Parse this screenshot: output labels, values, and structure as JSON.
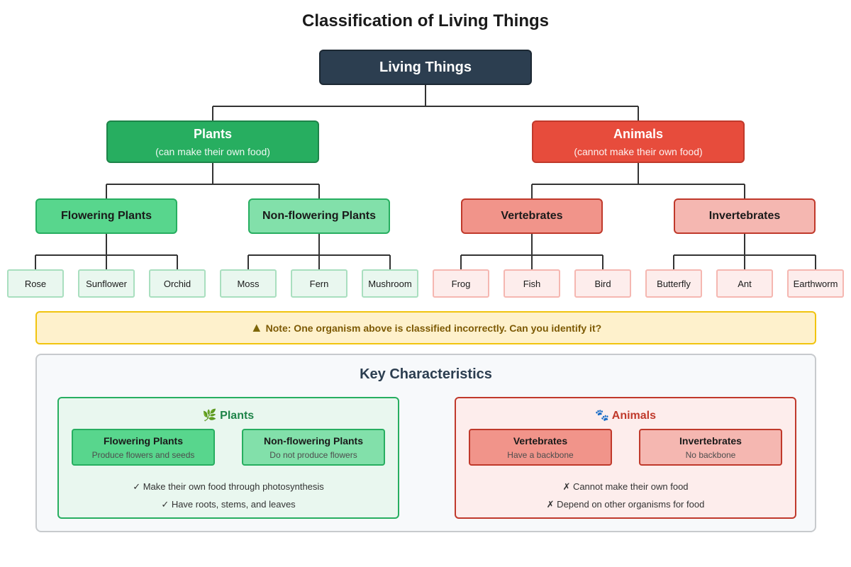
{
  "title": "Classification of Living Things",
  "root": {
    "label": "Living Things"
  },
  "plants": {
    "label": "Plants",
    "sub": "(can make their own food)"
  },
  "animals": {
    "label": "Animals",
    "sub": "(cannot make their own food)"
  },
  "groups": {
    "flowering": "Flowering Plants",
    "non_flowering": "Non-flowering Plants",
    "vertebrates": "Vertebrates",
    "invertebrates": "Invertebrates"
  },
  "leaves": {
    "flowering": [
      "Rose",
      "Sunflower",
      "Orchid"
    ],
    "non_flowering": [
      "Moss",
      "Fern",
      "Mushroom"
    ],
    "vertebrates": [
      "Frog",
      "Fish",
      "Bird"
    ],
    "invertebrates": [
      "Butterfly",
      "Ant",
      "Earthworm"
    ]
  },
  "note": "Note: One organism above is classified incorrectly. Can you identify it?",
  "note_icon": "warning-icon",
  "key": {
    "title": "Key Characteristics",
    "plants": {
      "title": "Plants",
      "icon": "leaf-icon",
      "flowering": {
        "label": "Flowering Plants",
        "desc": "Produce flowers and seeds"
      },
      "non_flowering": {
        "label": "Non-flowering Plants",
        "desc": "Do not produce flowers"
      },
      "facts": [
        "✓ Make their own food through photosynthesis",
        "✓ Have roots, stems, and leaves"
      ]
    },
    "animals": {
      "title": "Animals",
      "icon": "paw-icon",
      "vertebrates": {
        "label": "Vertebrates",
        "desc": "Have a backbone"
      },
      "invertebrates": {
        "label": "Invertebrates",
        "desc": "No backbone"
      },
      "facts": [
        "✗ Cannot make their own food",
        "✗ Depend on other organisms for food"
      ]
    }
  },
  "colors": {
    "root": "#2c3e50",
    "plants": "#27ae60",
    "animals": "#e74c3c",
    "flowering": "#58d68d",
    "non_flowering": "#82e0aa",
    "vertebrates": "#f1948a",
    "invertebrates": "#f5b7b1",
    "note_bg": "#fef1cc",
    "note_border": "#f1c40f"
  }
}
